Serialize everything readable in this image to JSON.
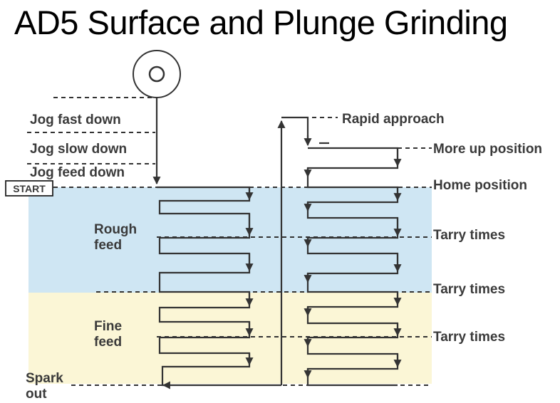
{
  "title": "AD5 Surface and Plunge Grinding",
  "labels": {
    "jog_fast_down": "Jog fast down",
    "jog_slow_down": "Jog slow down",
    "jog_feed_down": "Jog feed down",
    "start": "START",
    "rough_feed_1": "Rough",
    "rough_feed_2": "feed",
    "fine_feed_1": "Fine",
    "fine_feed_2": "feed",
    "spark_out_1": "Spark",
    "spark_out_2": "out",
    "rapid_approach": "Rapid approach",
    "more_up_position": "More up position",
    "home_position": "Home position",
    "tarry_times_1": "Tarry times",
    "tarry_times_2": "Tarry times",
    "tarry_times_3": "Tarry times"
  },
  "colors": {
    "rough_zone": "#cfe6f3",
    "fine_zone": "#fbf6d6",
    "line": "#333333"
  },
  "icons": {
    "wheel": "grinding-wheel-icon"
  }
}
